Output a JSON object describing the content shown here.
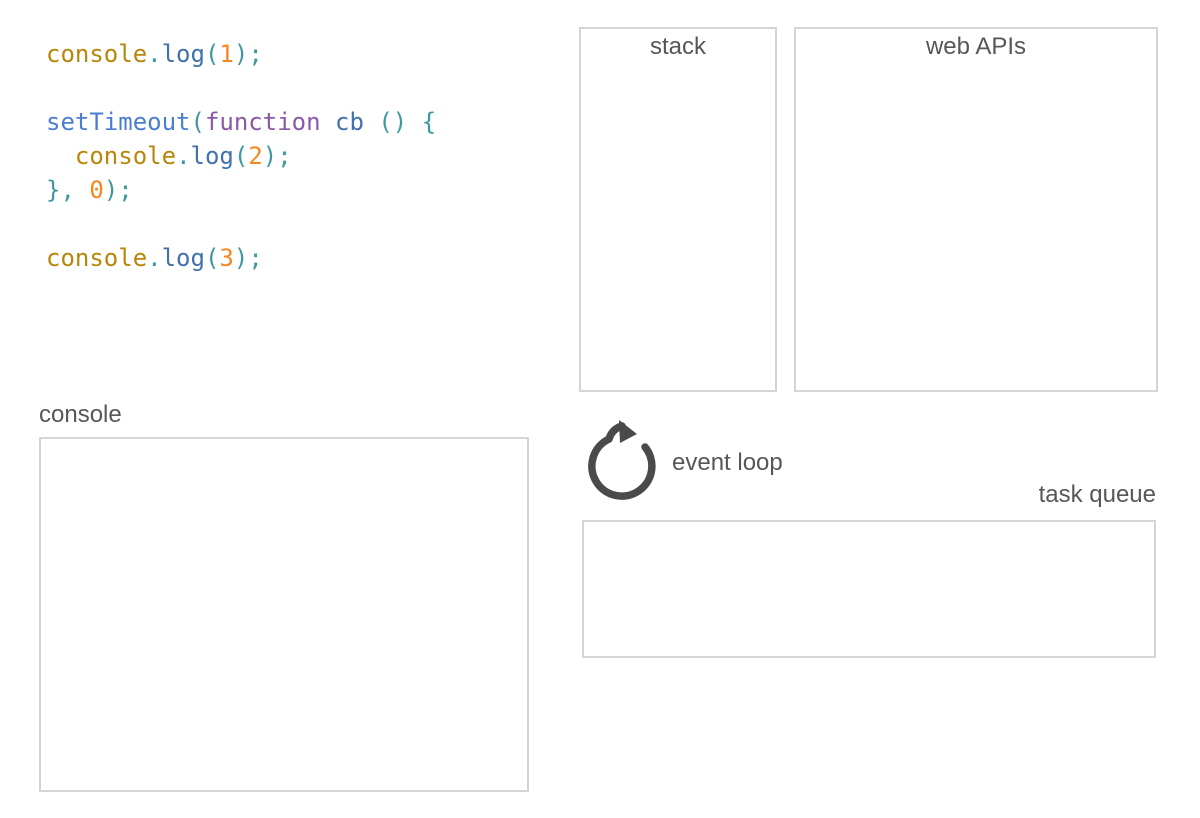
{
  "panels": {
    "stack": {
      "label": "stack"
    },
    "web_apis": {
      "label": "web APIs"
    },
    "console": {
      "label": "console"
    },
    "event_loop": {
      "label": "event loop"
    },
    "task_queue": {
      "label": "task queue"
    }
  },
  "icons": {
    "event_loop": "clockwise-circular-arrow-icon"
  },
  "colors": {
    "token_object_gold": "#b8860b",
    "token_property_blue": "#4271ae",
    "token_callee_blue": "#4a7fd0",
    "token_punctuation_teal": "#3e999f",
    "token_number_orange": "#f5871f",
    "token_keyword_purple": "#8959a8",
    "label_gray": "#57575a",
    "box_border_gray": "#d5d5d5",
    "icon_gray": "#4a4a4a"
  },
  "code": {
    "text": "console.log(1);\n\nsetTimeout(function cb () {\n  console.log(2);\n}, 0);\n\nconsole.log(3);",
    "lines": [
      [
        {
          "t": "console",
          "c": "gold"
        },
        {
          "t": ".",
          "c": "teal"
        },
        {
          "t": "log",
          "c": "blue"
        },
        {
          "t": "(",
          "c": "teal"
        },
        {
          "t": "1",
          "c": "orange"
        },
        {
          "t": ");",
          "c": "teal"
        }
      ],
      [],
      [
        {
          "t": "setTimeout",
          "c": "blue2"
        },
        {
          "t": "(",
          "c": "teal"
        },
        {
          "t": "function",
          "c": "purple"
        },
        {
          "t": " ",
          "c": "plain"
        },
        {
          "t": "cb",
          "c": "blue"
        },
        {
          "t": " ",
          "c": "plain"
        },
        {
          "t": "()",
          "c": "teal"
        },
        {
          "t": " ",
          "c": "plain"
        },
        {
          "t": "{",
          "c": "teal"
        }
      ],
      [
        {
          "t": "  ",
          "c": "plain"
        },
        {
          "t": "console",
          "c": "gold"
        },
        {
          "t": ".",
          "c": "teal"
        },
        {
          "t": "log",
          "c": "blue"
        },
        {
          "t": "(",
          "c": "teal"
        },
        {
          "t": "2",
          "c": "orange"
        },
        {
          "t": ");",
          "c": "teal"
        }
      ],
      [
        {
          "t": "},",
          "c": "teal"
        },
        {
          "t": " ",
          "c": "plain"
        },
        {
          "t": "0",
          "c": "orange"
        },
        {
          "t": ");",
          "c": "teal"
        }
      ],
      [],
      [
        {
          "t": "console",
          "c": "gold"
        },
        {
          "t": ".",
          "c": "teal"
        },
        {
          "t": "log",
          "c": "blue"
        },
        {
          "t": "(",
          "c": "teal"
        },
        {
          "t": "3",
          "c": "orange"
        },
        {
          "t": ");",
          "c": "teal"
        }
      ]
    ]
  }
}
